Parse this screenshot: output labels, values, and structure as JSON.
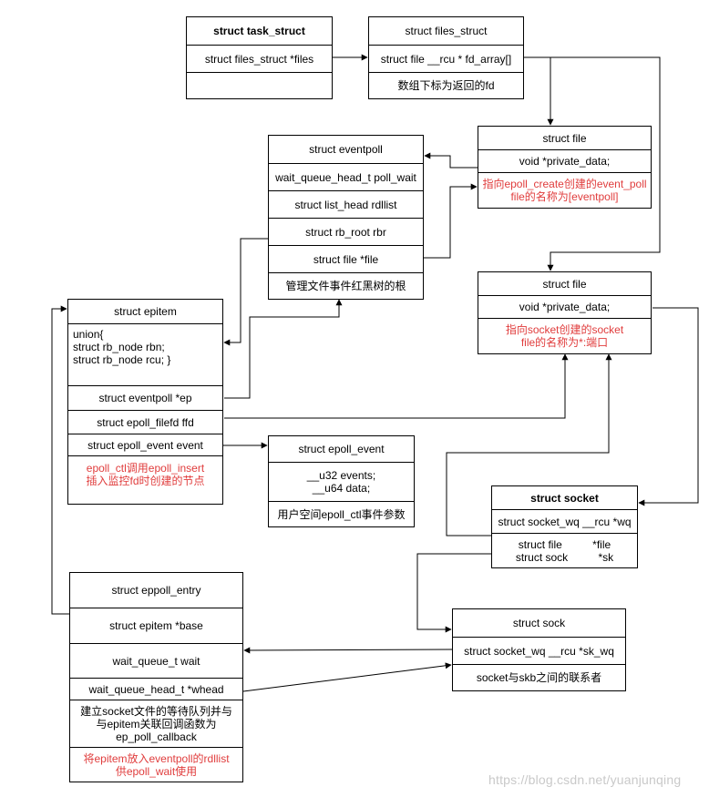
{
  "colors": {
    "line": "#000000",
    "annotation": "#e03c3c",
    "watermark": "#c9c9c9"
  },
  "boxes": {
    "task_struct": [
      {
        "text": "struct task_struct",
        "style": "bold"
      },
      {
        "text": "struct files_struct *files"
      },
      {
        "text": ""
      }
    ],
    "files_struct": [
      {
        "text": "struct files_struct"
      },
      {
        "text": "struct file __rcu * fd_array[]"
      },
      {
        "text": "数组下标为返回的fd"
      }
    ],
    "file_epoll": [
      {
        "text": "struct file"
      },
      {
        "text": "void   *private_data;"
      },
      {
        "text": "指向epoll_create创建的event_poll\nfile的名称为[eventpoll]",
        "style": "red"
      }
    ],
    "eventpoll": [
      {
        "text": "struct eventpoll"
      },
      {
        "text": "wait_queue_head_t poll_wait"
      },
      {
        "text": "struct list_head rdllist"
      },
      {
        "text": "struct rb_root rbr"
      },
      {
        "text": "struct file *file"
      },
      {
        "text": "管理文件事件红黑树的根"
      }
    ],
    "file_socket": [
      {
        "text": "struct file"
      },
      {
        "text": "void   *private_data;"
      },
      {
        "text": "指向socket创建的socket\nfile的名称为*:端口",
        "style": "red"
      }
    ],
    "epitem": [
      {
        "text": "struct epitem"
      },
      {
        "text": "union{\n        struct rb_node rbn;\n        struct rb_node rcu; }",
        "style": "left"
      },
      {
        "text": "struct eventpoll *ep"
      },
      {
        "text": "struct epoll_filefd ffd"
      },
      {
        "text": "struct epoll_event event"
      },
      {
        "text": "epoll_ctl调用epoll_insert\n插入监控fd时创建的节点",
        "style": "red"
      }
    ],
    "epoll_event": [
      {
        "text": "struct epoll_event"
      },
      {
        "text": "__u32 events;\n__u64 data;"
      },
      {
        "text": "用户空间epoll_ctl事件参数"
      }
    ],
    "socket": [
      {
        "text": "struct socket",
        "style": "bold"
      },
      {
        "text": "struct socket_wq __rcu  *wq"
      },
      {
        "text": "struct file          *file\nstruct sock          *sk"
      }
    ],
    "sock": [
      {
        "text": "struct sock"
      },
      {
        "text": "struct socket_wq __rcu  *sk_wq"
      },
      {
        "text": "socket与skb之间的联系者"
      }
    ],
    "eppoll_entry": [
      {
        "text": "struct eppoll_entry"
      },
      {
        "text": "struct epitem *base"
      },
      {
        "text": "wait_queue_t wait"
      },
      {
        "text": "wait_queue_head_t *whead"
      },
      {
        "text": "建立socket文件的等待队列并与\n与epitem关联回调函数为\nep_poll_callback"
      },
      {
        "text": "将epitem放入eventpoll的rdllist\n供epoll_wait使用",
        "style": "red"
      }
    ]
  },
  "watermark": "https://blog.csdn.net/yuanjunqing"
}
